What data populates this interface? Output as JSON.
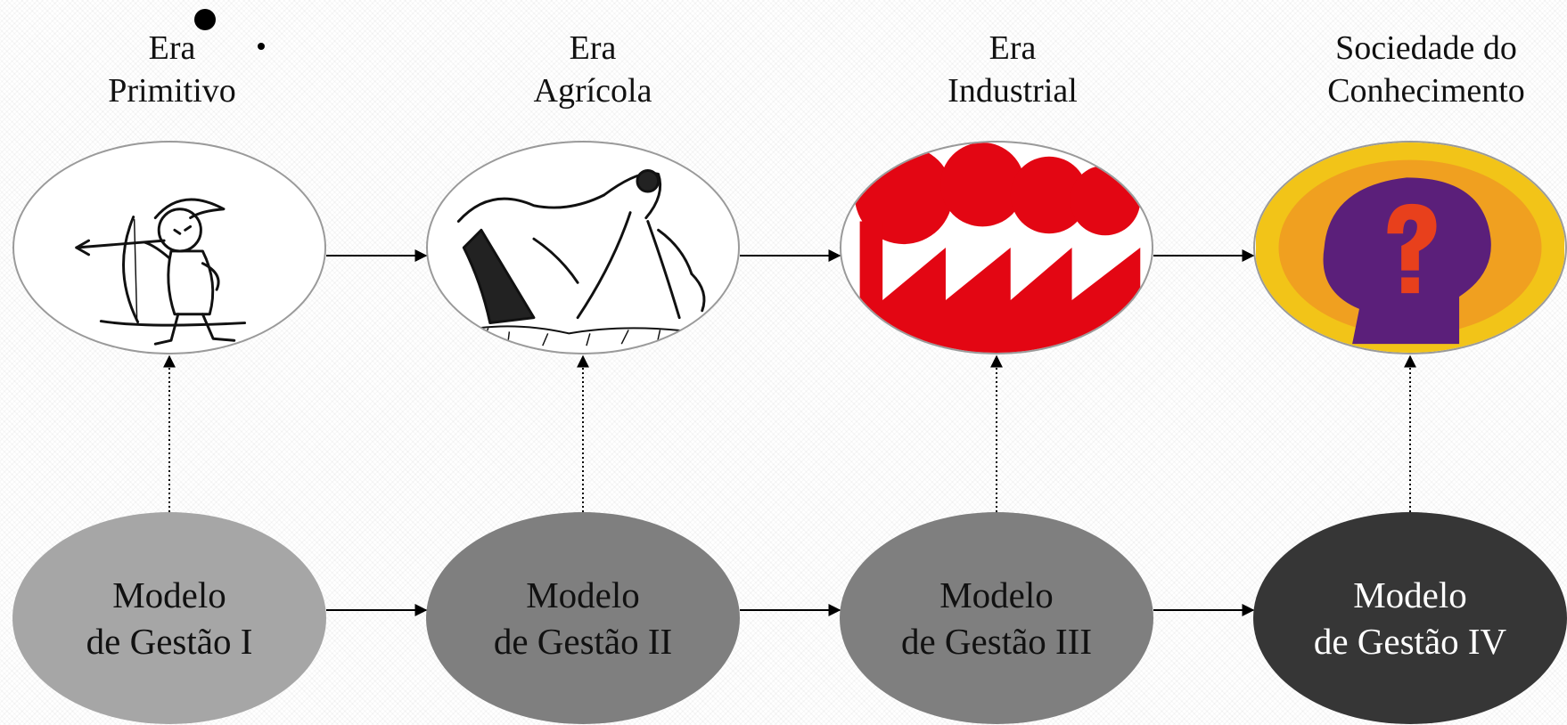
{
  "eras": [
    {
      "line1": "Era",
      "line2": "Primitivo",
      "icon": "archer-icon"
    },
    {
      "line1": "Era",
      "line2": "Agrícola",
      "icon": "farmer-icon"
    },
    {
      "line1": "Era",
      "line2": "Industrial",
      "icon": "factory-icon"
    },
    {
      "line1": "Sociedade do",
      "line2": "Conhecimento",
      "icon": "head-question-icon"
    }
  ],
  "models": [
    {
      "line1": "Modelo",
      "line2": "de Gestão I",
      "color": "#a6a6a6"
    },
    {
      "line1": "Modelo",
      "line2": "de Gestão II",
      "color": "#7f7f7f"
    },
    {
      "line1": "Modelo",
      "line2": "de Gestão III",
      "color": "#7f7f7f"
    },
    {
      "line1": "Modelo",
      "line2": "de Gestão IV",
      "color": "#363636"
    }
  ],
  "colors": {
    "factory": "#e30613",
    "head": "#5b1f7a",
    "head_ring": "#f2c418",
    "question": "#e8401c"
  }
}
